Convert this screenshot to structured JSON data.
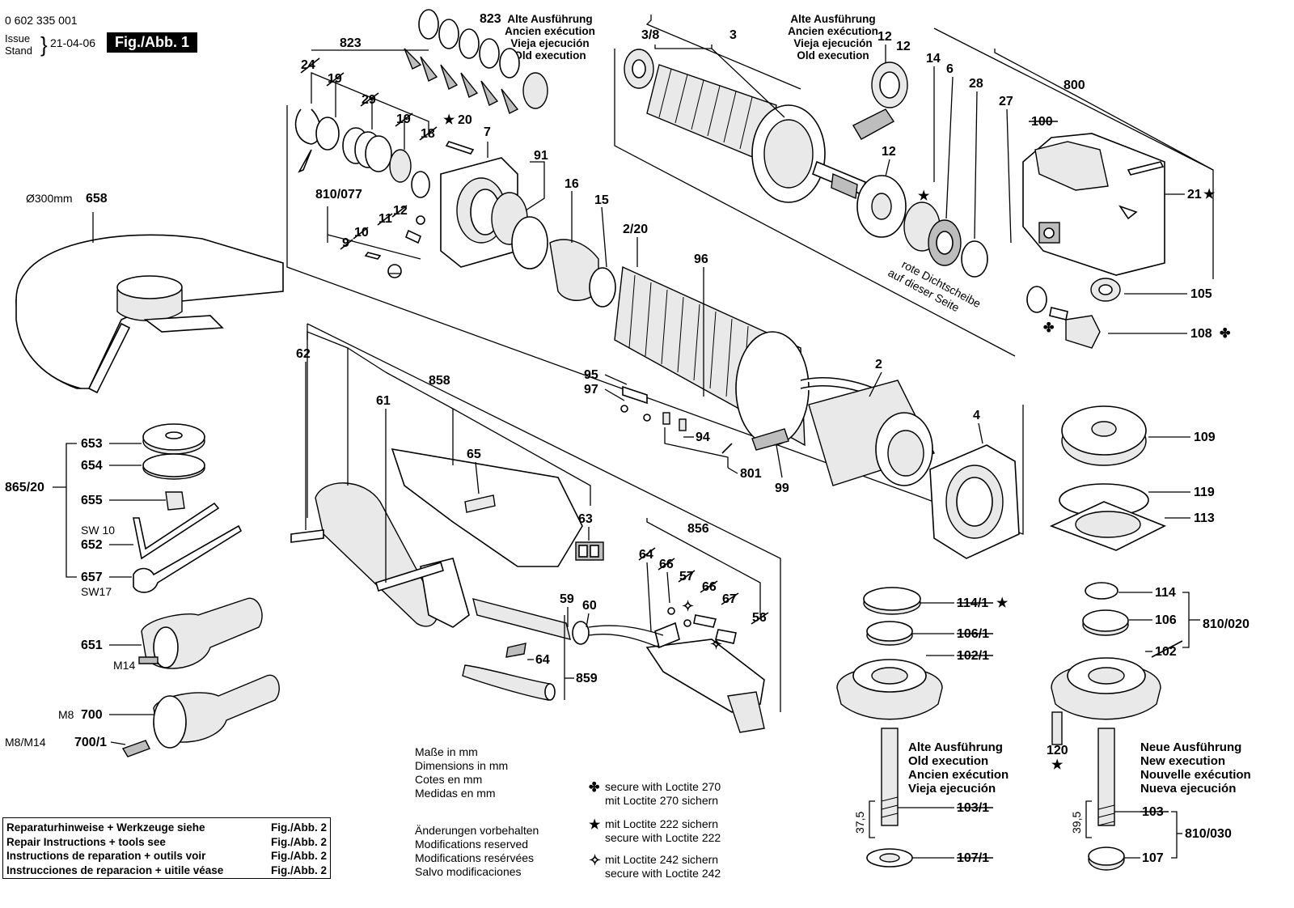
{
  "header": {
    "doc_number": "0 602 335 001",
    "issue_label": "Issue",
    "stand_label": "Stand",
    "date": "21-04-06",
    "figure_badge": "Fig./Abb. 1"
  },
  "old_execution_blocks": [
    [
      "Alte Ausführung",
      "Ancien exécution",
      "Vieja ejecución",
      "Old execution"
    ],
    [
      "Alte Ausführung",
      "Ancien exécution",
      "Vieja ejecución",
      "Old execution"
    ]
  ],
  "notes": {
    "dimensions": [
      "Maße in mm",
      "Dimensions in mm",
      "Cotes en mm",
      "Medidas en mm"
    ],
    "changes": [
      "Änderungen vorbehalten",
      "Modifications reserved",
      "Modifications resérvées",
      "Salvo modificaciones"
    ],
    "loctite_270": [
      "secure with Loctite 270",
      "mit Loctite 270 sichern"
    ],
    "loctite_222": [
      "mit Loctite 222 sichern",
      "secure with Loctite 222"
    ],
    "loctite_242": [
      "mit Loctite 242 sichern",
      "secure with Loctite 242"
    ],
    "seal_note": [
      "rote Dichtscheibe",
      "auf dieser Seite"
    ],
    "old_exec_lower": [
      "Alte Ausführung",
      "Old execution",
      "Ancien exécution",
      "Vieja ejecución"
    ],
    "new_exec_lower": [
      "Neue Ausführung",
      "New execution",
      "Nouvelle exécution",
      "Nueva ejecución"
    ]
  },
  "reference_table": [
    {
      "text": "Reparaturhinweise + Werkzeuge siehe",
      "ref": "Fig./Abb. 2"
    },
    {
      "text": "Repair Instructions + tools see",
      "ref": "Fig./Abb. 2"
    },
    {
      "text": "Instructions de reparation + outils voir",
      "ref": "Fig./Abb. 2"
    },
    {
      "text": "Instrucciones de reparacion + uitile véase",
      "ref": "Fig./Abb. 2"
    }
  ],
  "symbols": {
    "star": "★",
    "club": "✤",
    "open_star": "✧"
  },
  "part_labels": {
    "p823a": "823",
    "p823b": "823",
    "p24": "24",
    "p19a": "19",
    "p29": "29",
    "p19b": "19",
    "p18": "18",
    "p20": "20",
    "p7": "7",
    "p91": "91",
    "p16": "16",
    "p15": "15",
    "p810_077": "810/077",
    "p12a": "12",
    "p11": "11",
    "p10": "10",
    "p9": "9",
    "p3_8": "3/8",
    "p3": "3",
    "p12b": "12",
    "p12c": "12",
    "p12d": "12",
    "p14": "14",
    "p6": "6",
    "p28": "28",
    "p27": "27",
    "p800": "800",
    "p100": "100",
    "p21": "21",
    "p105": "105",
    "p108": "108",
    "p2_20": "2/20",
    "p96": "96",
    "p95": "95",
    "p97": "97",
    "p94": "94",
    "p801": "801",
    "p99": "99",
    "p2": "2",
    "p4": "4",
    "p658": "658",
    "d300": "Ø300mm",
    "p62": "62",
    "p61": "61",
    "p858": "858",
    "p65": "65",
    "p63": "63",
    "p653": "653",
    "p654": "654",
    "p655": "655",
    "p865_20": "865/20",
    "sw10": "SW 10",
    "p652": "652",
    "p657": "657",
    "sw17": "SW17",
    "p651": "651",
    "m14": "M14",
    "m8": "M8",
    "p700": "700",
    "m8m14": "M8/M14",
    "p700_1": "700/1",
    "p856": "856",
    "p64a": "64",
    "p66a": "66",
    "p57": "57",
    "p66b": "66",
    "p67": "67",
    "p56": "56",
    "p59": "59",
    "p60": "60",
    "p64b": "64",
    "p859": "859",
    "p109": "109",
    "p119": "119",
    "p113": "113",
    "p114_1": "114/1",
    "p106_1": "106/1",
    "p102_1": "102/1",
    "p114": "114",
    "p106": "106",
    "p810_020": "810/020",
    "p102": "102",
    "p120": "120",
    "p103_1": "103/1",
    "p107_1": "107/1",
    "p103": "103",
    "p107": "107",
    "p810_030": "810/030",
    "dim375": "37,5",
    "dim395": "39,5"
  }
}
